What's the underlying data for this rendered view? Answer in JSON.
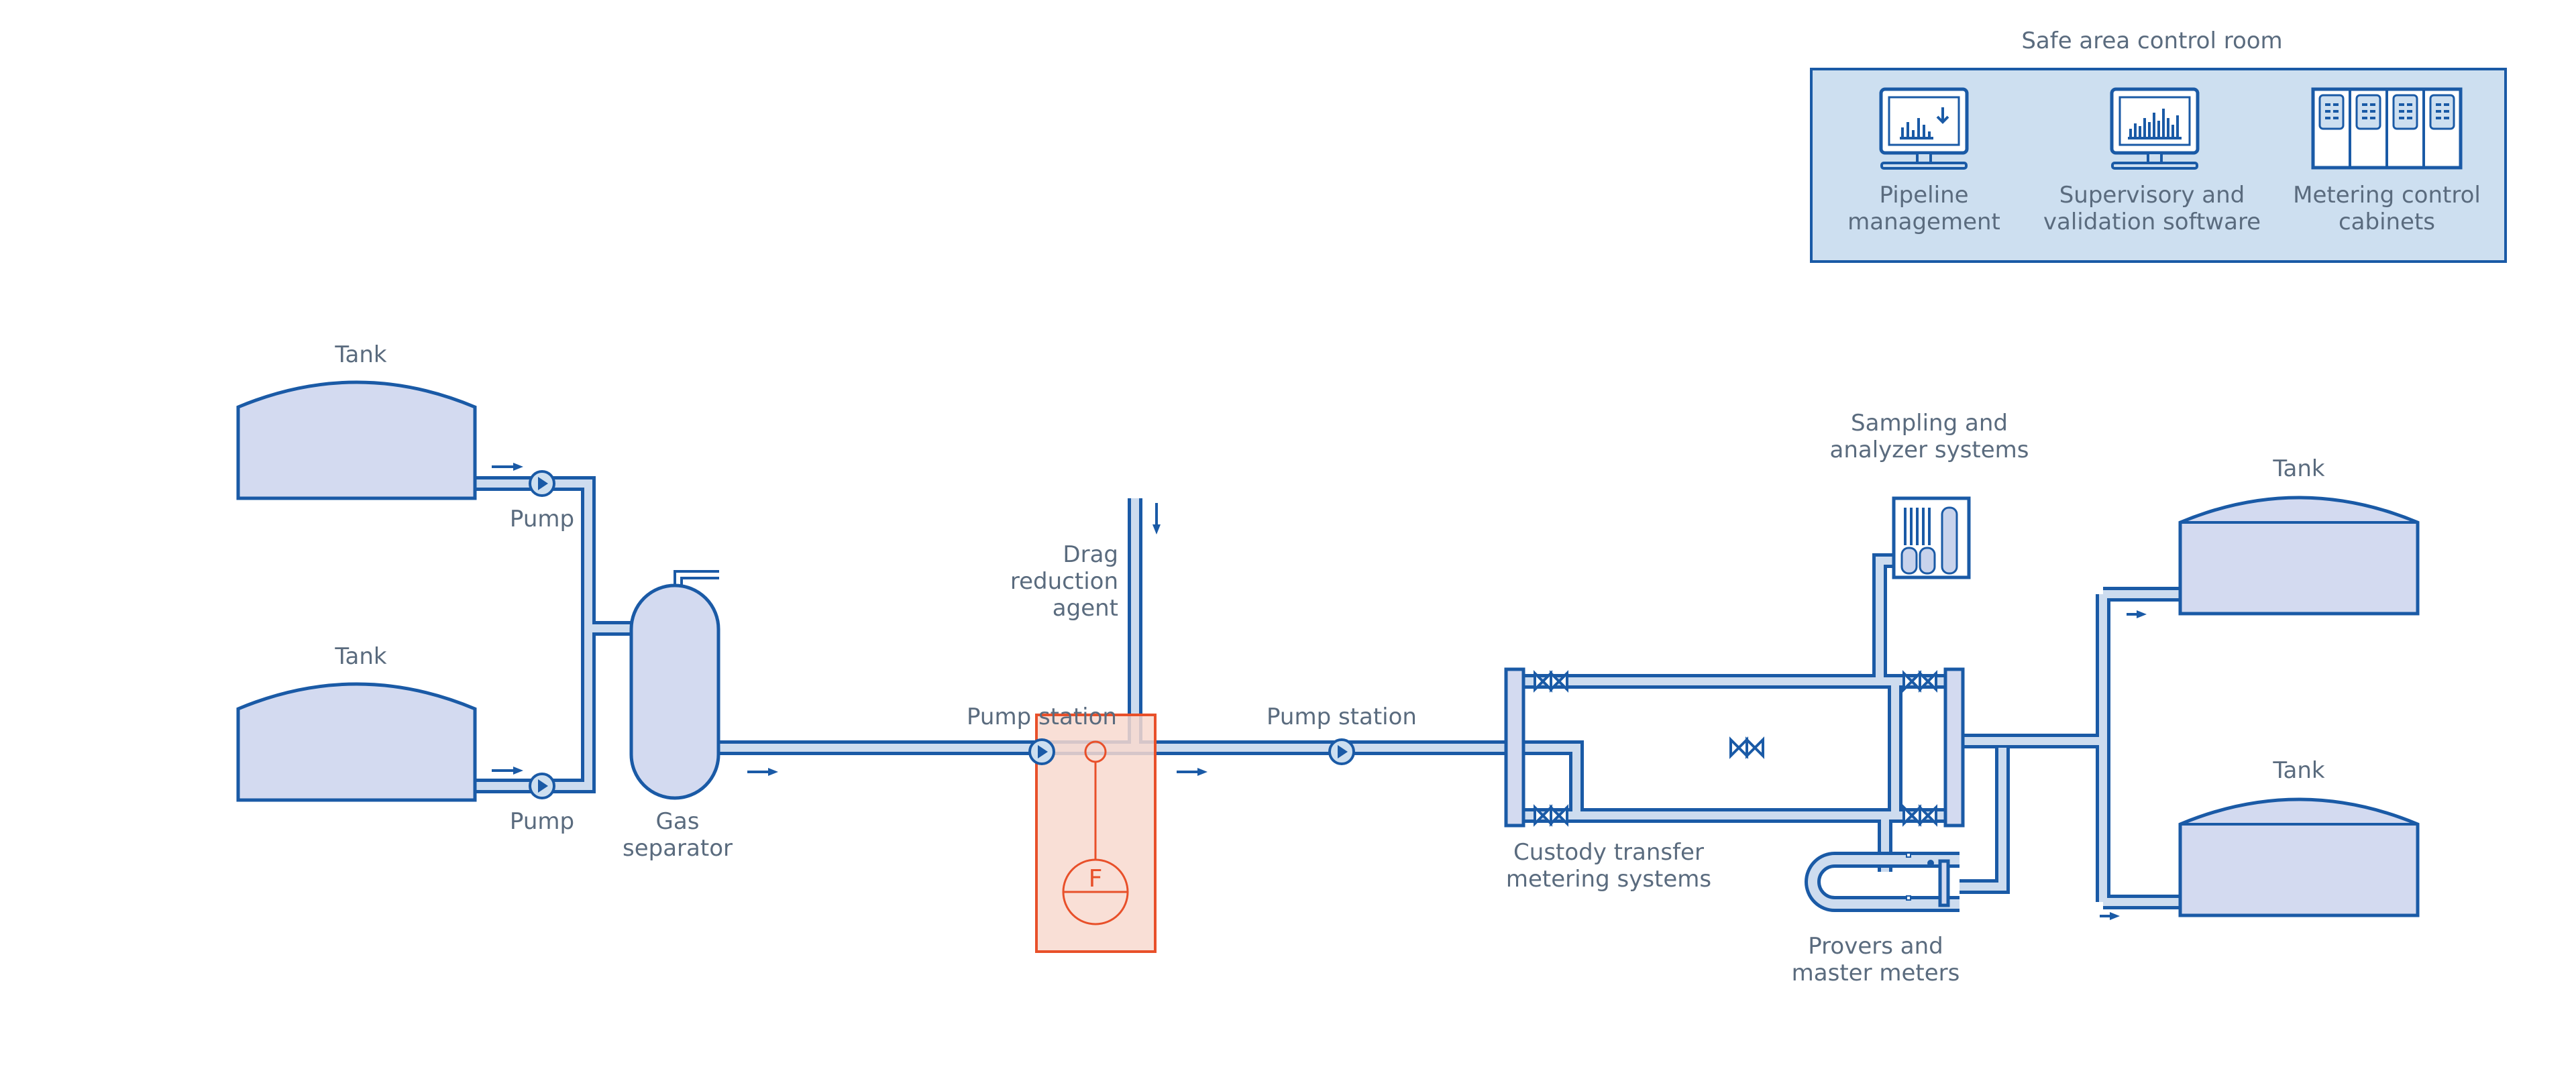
{
  "control_room": {
    "title": "Safe area control room",
    "items": [
      {
        "label_line1": "Pipeline",
        "label_line2": "management",
        "icon": "monitor-download-icon"
      },
      {
        "label_line1": "Supervisory and",
        "label_line2": "validation software",
        "icon": "monitor-chart-icon"
      },
      {
        "label_line1": "Metering control",
        "label_line2": "cabinets",
        "icon": "control-cabinets-icon"
      }
    ]
  },
  "labels": {
    "tank": "Tank",
    "pump": "Pump",
    "gas_separator_line1": "Gas",
    "gas_separator_line2": "separator",
    "drag_line1": "Drag",
    "drag_line2": "reduction",
    "drag_line3": "agent",
    "pump_station": "Pump station",
    "flow_meter_symbol": "F",
    "custody_line1": "Custody transfer",
    "custody_line2": "metering systems",
    "sampling_line1": "Sampling and",
    "sampling_line2": "analyzer systems",
    "provers_line1": "Provers and",
    "provers_line2": "master meters"
  },
  "colors": {
    "pipe_outline": "#1a5aa6",
    "pipe_fill": "#cddcef",
    "equipment_fill": "#d3daf0",
    "highlight_fill": "#f8d9cf",
    "highlight_stroke": "#e8502a",
    "label_text": "#5a6b7e",
    "control_room_fill": "#cddff0"
  }
}
